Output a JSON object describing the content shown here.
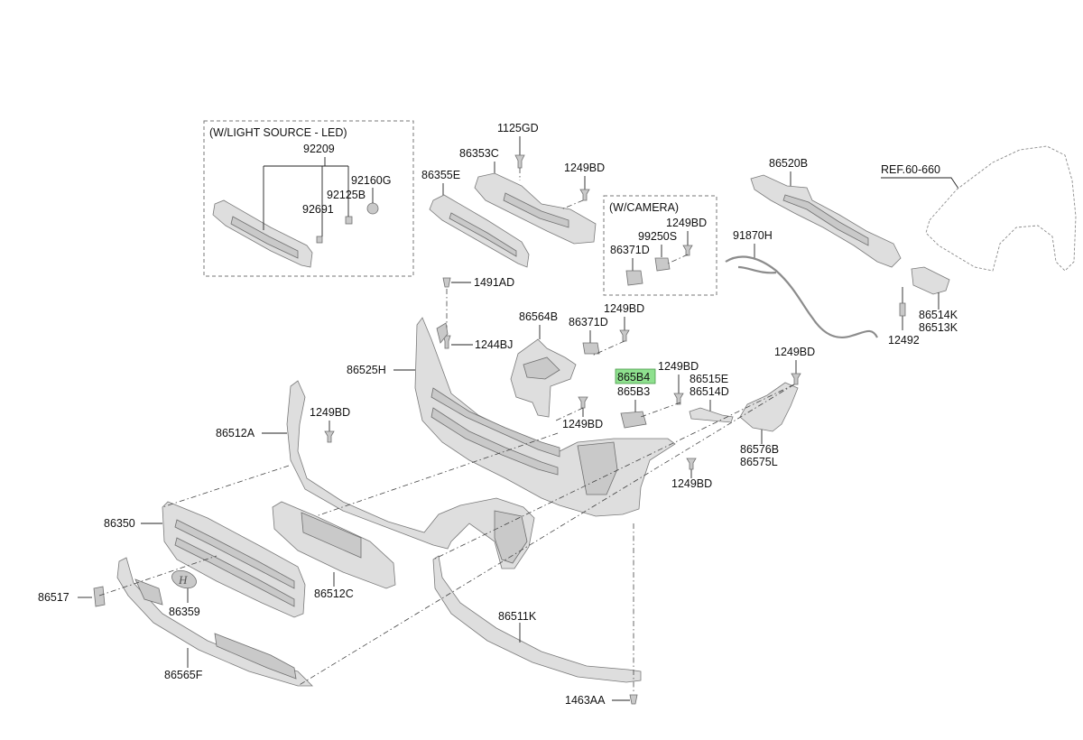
{
  "boxes": {
    "led_title": "(W/LIGHT SOURCE - LED)",
    "camera_title": "(W/CAMERA)"
  },
  "labels": {
    "p92209": "92209",
    "p92160G": "92160G",
    "p92125B": "92125B",
    "p92691": "92691",
    "p1125GD": "1125GD",
    "p86353C": "86353C",
    "p1249BD_a": "1249BD",
    "p86355E": "86355E",
    "p1249BD_cam": "1249BD",
    "p99250S": "99250S",
    "p86371D_cam": "86371D",
    "p86520B": "86520B",
    "pREF": "REF.60-660",
    "p91870H": "91870H",
    "p1491AD": "1491AD",
    "p86564B": "86564B",
    "p86371D": "86371D",
    "p1249BD_b": "1249BD",
    "p1244BJ": "1244BJ",
    "p86525H": "86525H",
    "p865B4": "865B4",
    "p865B3": "865B3",
    "p1249BD_c": "1249BD",
    "p86515E": "86515E",
    "p86514D": "86514D",
    "p1249BD_d": "1249BD",
    "p86514K": "86514K",
    "p86513K": "86513K",
    "p12492": "12492",
    "p1249BD_e": "1249BD",
    "p86512A": "86512A",
    "p1249BD_f": "1249BD",
    "p86576B": "86576B",
    "p86575L": "86575L",
    "p1249BD_g": "1249BD",
    "p86350": "86350",
    "p86512C": "86512C",
    "p86517": "86517",
    "p86359": "86359",
    "p86511K": "86511K",
    "p86565F": "86565F",
    "p1463AA": "1463AA"
  },
  "colors": {
    "highlight": "#8ee08e",
    "part_fill": "#dedede",
    "part_stroke": "#7a7a7a"
  }
}
